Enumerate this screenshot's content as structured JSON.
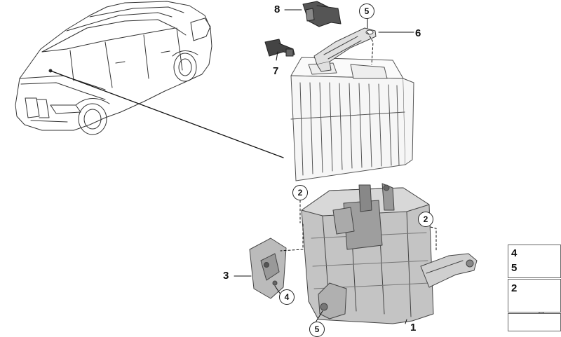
{
  "callouts": {
    "c1": "1",
    "c3": "3",
    "c6": "6",
    "c7": "7",
    "c8": "8",
    "c2a": "2",
    "c2b": "2",
    "c4": "4",
    "c5a": "5",
    "c5b": "5"
  },
  "legend": {
    "row1_top": "4",
    "row1_bottom": "5",
    "row2": "2"
  }
}
